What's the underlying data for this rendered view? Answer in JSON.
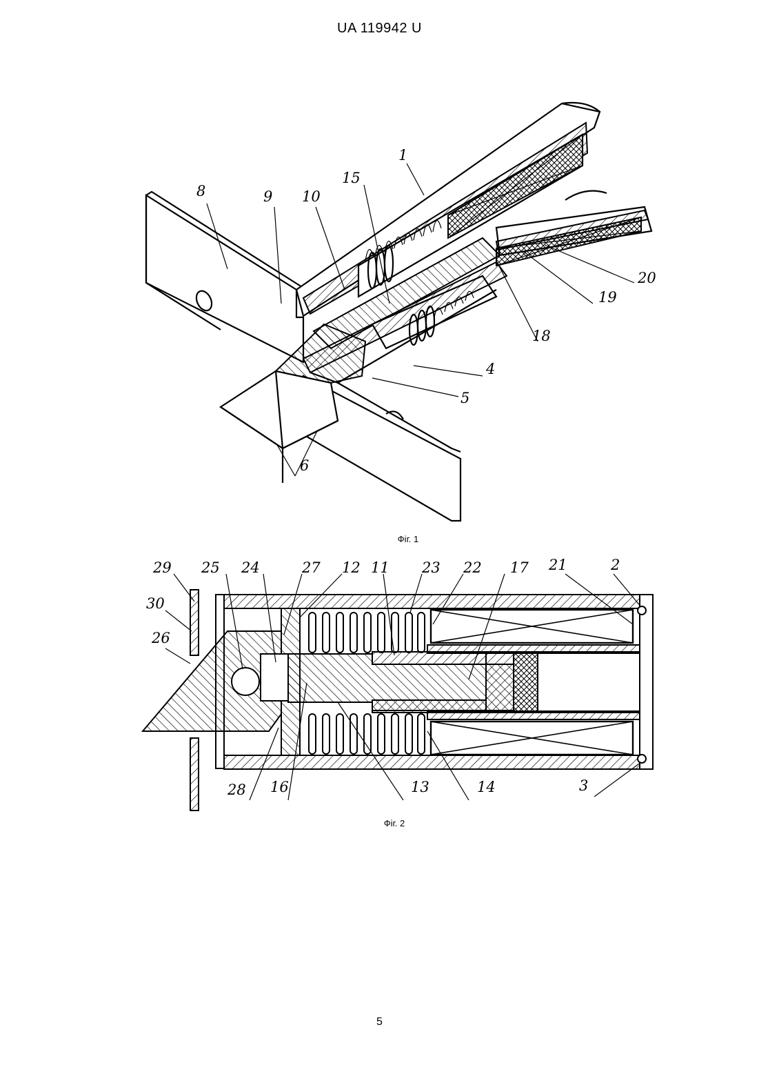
{
  "header": {
    "patent_number": "UA   119942   U"
  },
  "figure1": {
    "caption": "Фіг. 1",
    "labels": [
      "1",
      "15",
      "8",
      "9",
      "10",
      "20",
      "19",
      "18",
      "4",
      "5",
      "6"
    ]
  },
  "figure2": {
    "caption": "Фіг. 2",
    "labels": [
      "29",
      "25",
      "24",
      "27",
      "12",
      "11",
      "23",
      "22",
      "17",
      "21",
      "2",
      "30",
      "26",
      "28",
      "16",
      "13",
      "14",
      "3"
    ]
  },
  "page_number": "5"
}
